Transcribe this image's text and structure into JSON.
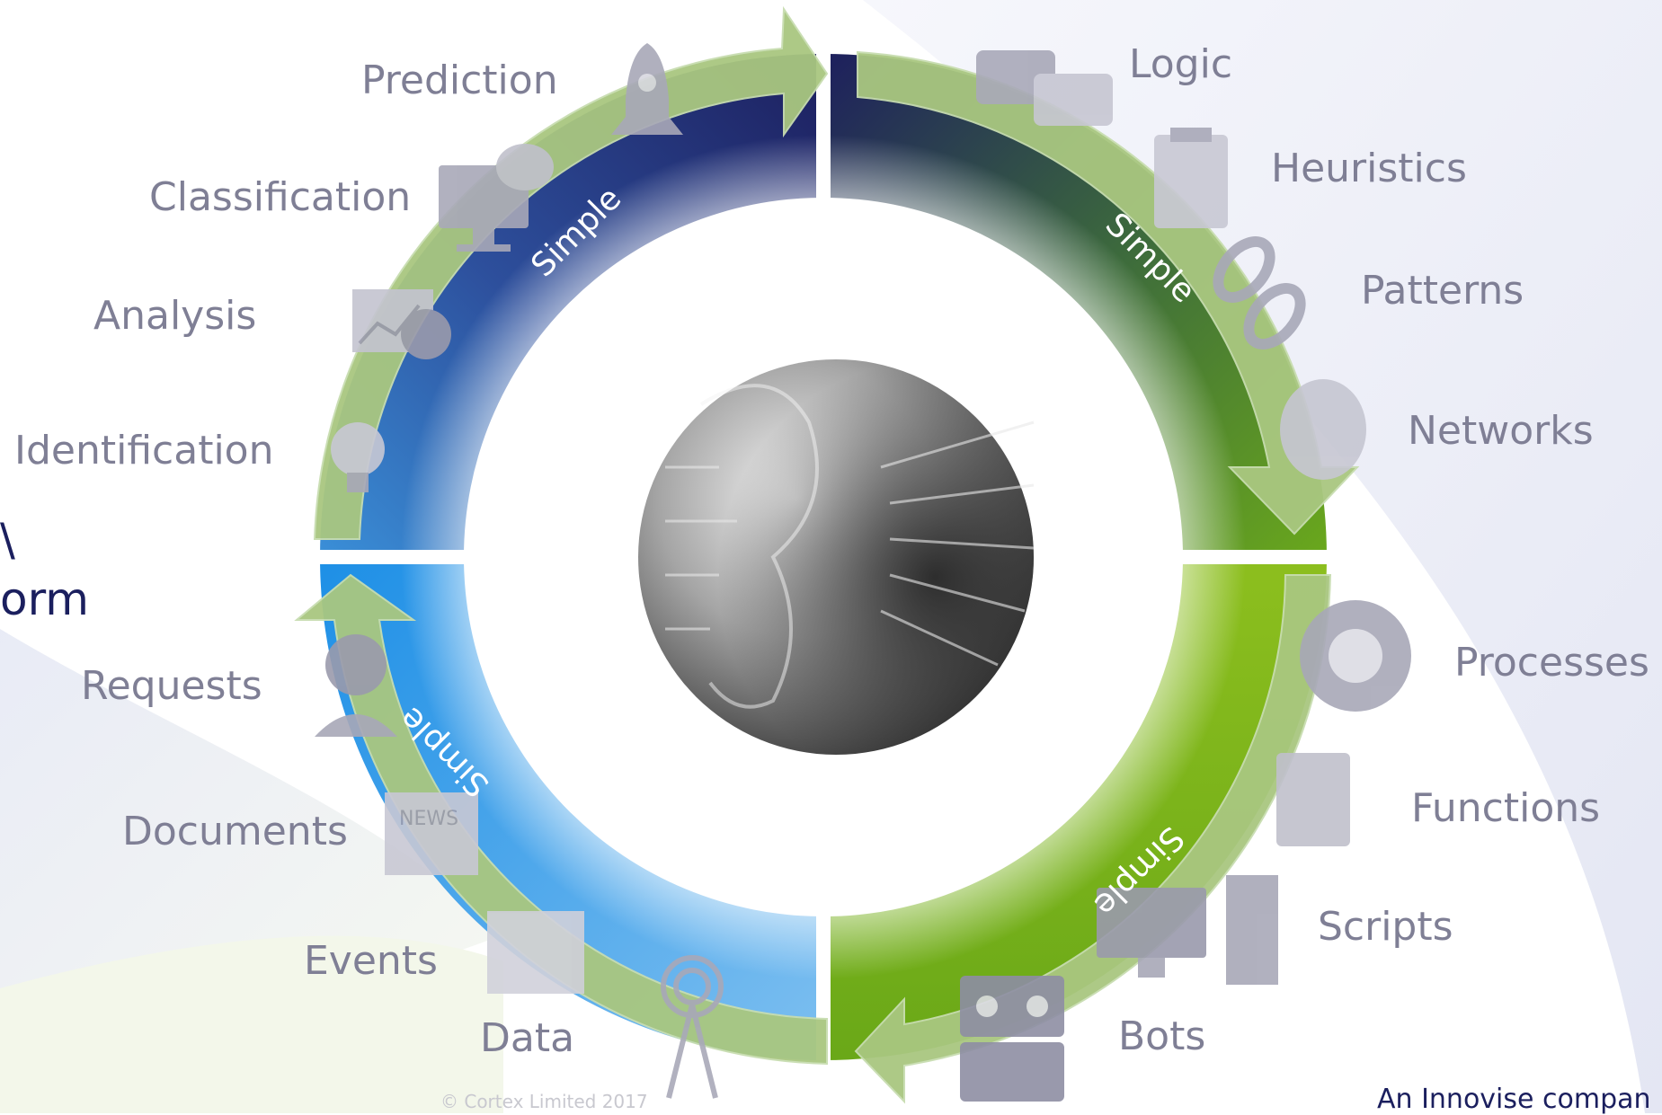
{
  "quadrants": {
    "top_left": {
      "word": "Simple",
      "items": [
        "Prediction",
        "Classification",
        "Analysis",
        "Identification"
      ]
    },
    "top_right": {
      "word": "Simple",
      "items": [
        "Logic",
        "Heuristics",
        "Patterns",
        "Networks"
      ]
    },
    "bottom_right": {
      "word": "Simple",
      "items": [
        "Processes",
        "Functions",
        "Scripts",
        "Bots"
      ]
    },
    "bottom_left": {
      "word": "Simple",
      "items": [
        "Requests",
        "Documents",
        "Events",
        "Data"
      ]
    }
  },
  "left_fragments": {
    "top": "\\",
    "bottom": "orm"
  },
  "footer": {
    "copyright": "© Cortex Limited 2017",
    "company": "An Innovise compan"
  },
  "colors": {
    "label_gray": "#7f7f95",
    "arrow_green": "#a9c780",
    "navy": "#1f2266",
    "blue": "#1f8fe0",
    "green": "#7cb318",
    "icon_gray": "#a8a8b8"
  },
  "icons": {
    "top_left": [
      "rocket-icon",
      "monitor-chat-icon",
      "chart-analysis-icon",
      "lightbulb-icon"
    ],
    "top_right": [
      "qa-chat-icon",
      "clipboard-icon",
      "chain-link-icon",
      "brain-icon"
    ],
    "bottom_right": [
      "gear-icon",
      "share-clipboard-icon",
      "computer-tower-icon",
      "robot-icon"
    ],
    "bottom_left": [
      "support-agent-icon",
      "news-icon",
      "megaphone-icon",
      "radio-tower-icon"
    ]
  }
}
